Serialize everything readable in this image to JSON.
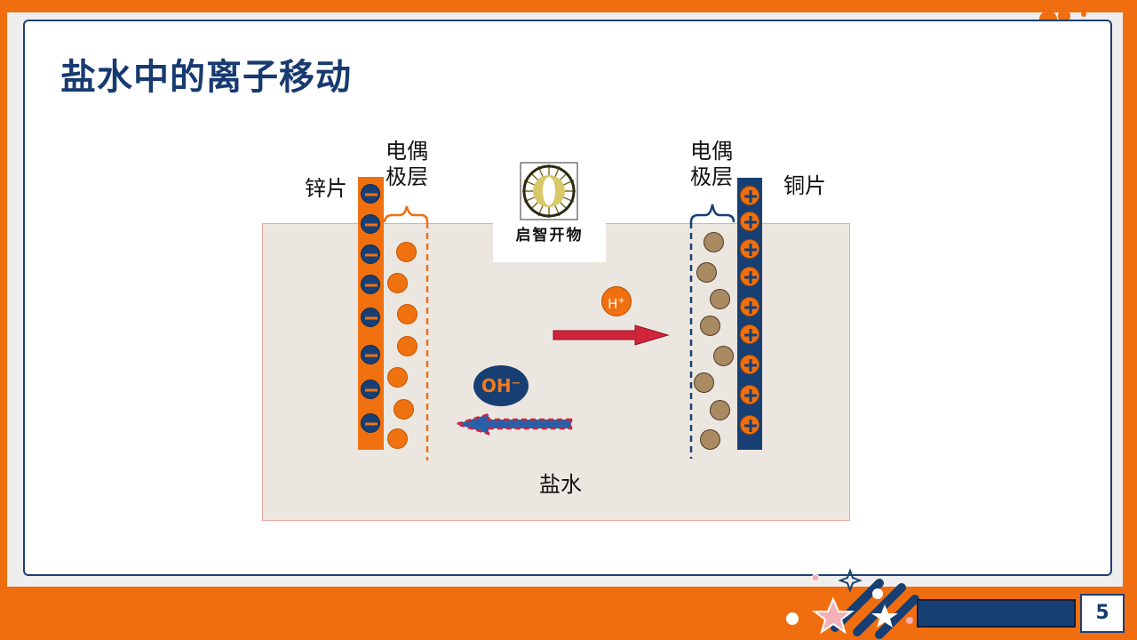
{
  "title": "盐水中的离子移动",
  "labels": {
    "zinc": "锌片",
    "copper": "铜片",
    "layer_left": "电偶\n极层",
    "layer_right": "电偶\n极层",
    "solution": "盐水"
  },
  "ions": {
    "h_plus": "H",
    "h_plus_sup": "+",
    "oh_minus": "OH⁻"
  },
  "logo": {
    "text": "启智开物"
  },
  "page_number": "5",
  "colors": {
    "orange": "#f07010",
    "navy": "#173f73",
    "tank": "#ece6e0",
    "arrow_red": "#d0243a",
    "ion_brown": "#aa8a62"
  }
}
